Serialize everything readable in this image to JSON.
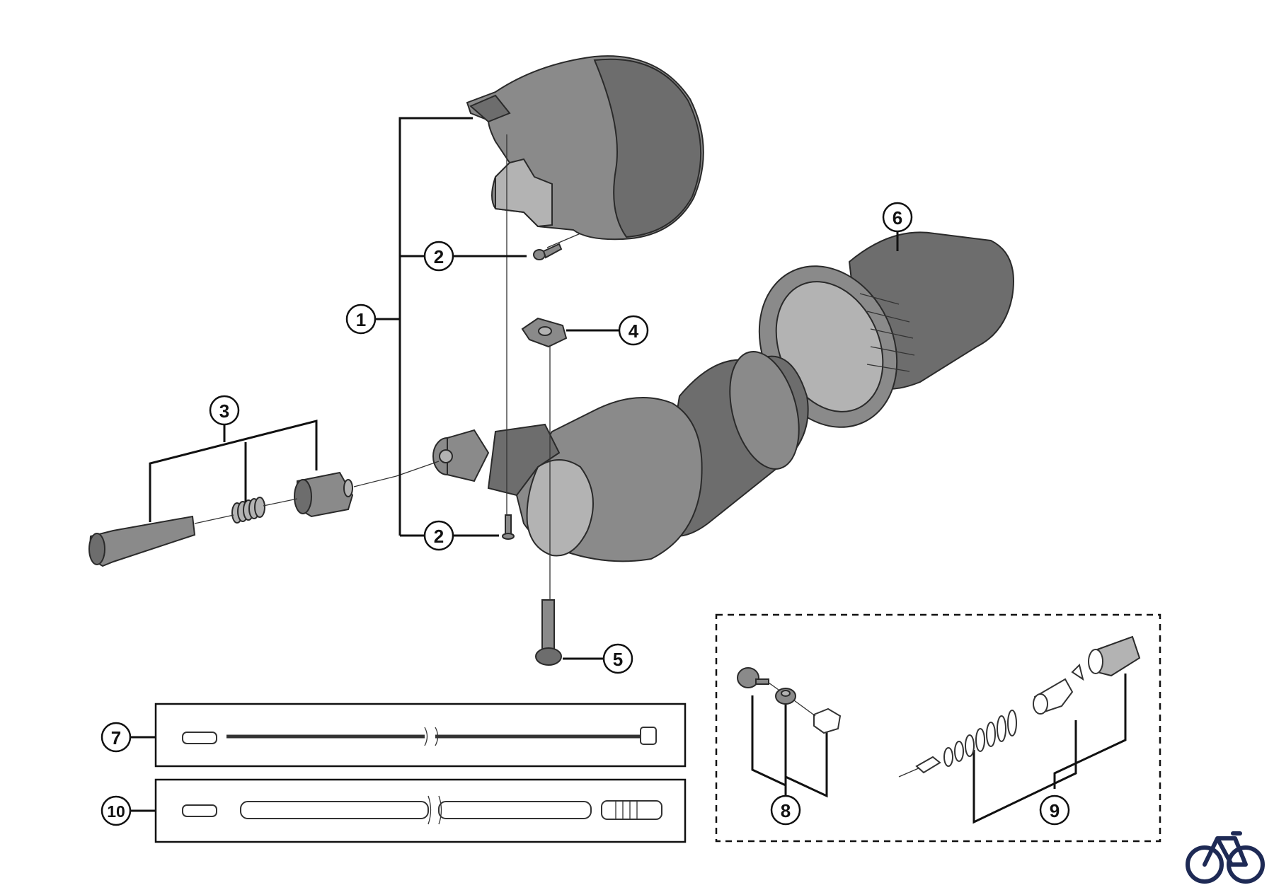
{
  "callouts": {
    "c1": "1",
    "c2a": "2",
    "c2b": "2",
    "c3": "3",
    "c4": "4",
    "c5": "5",
    "c6": "6",
    "c7": "7",
    "c8": "8",
    "c9": "9",
    "c10": "10"
  },
  "colors": {
    "part_fill_dark": "#6d6d6d",
    "part_fill_mid": "#8a8a8a",
    "part_fill_light": "#b3b3b3",
    "line": "#111111",
    "logo": "#1e2a55"
  },
  "icons": {
    "logo": "bicycle-logo-icon"
  }
}
